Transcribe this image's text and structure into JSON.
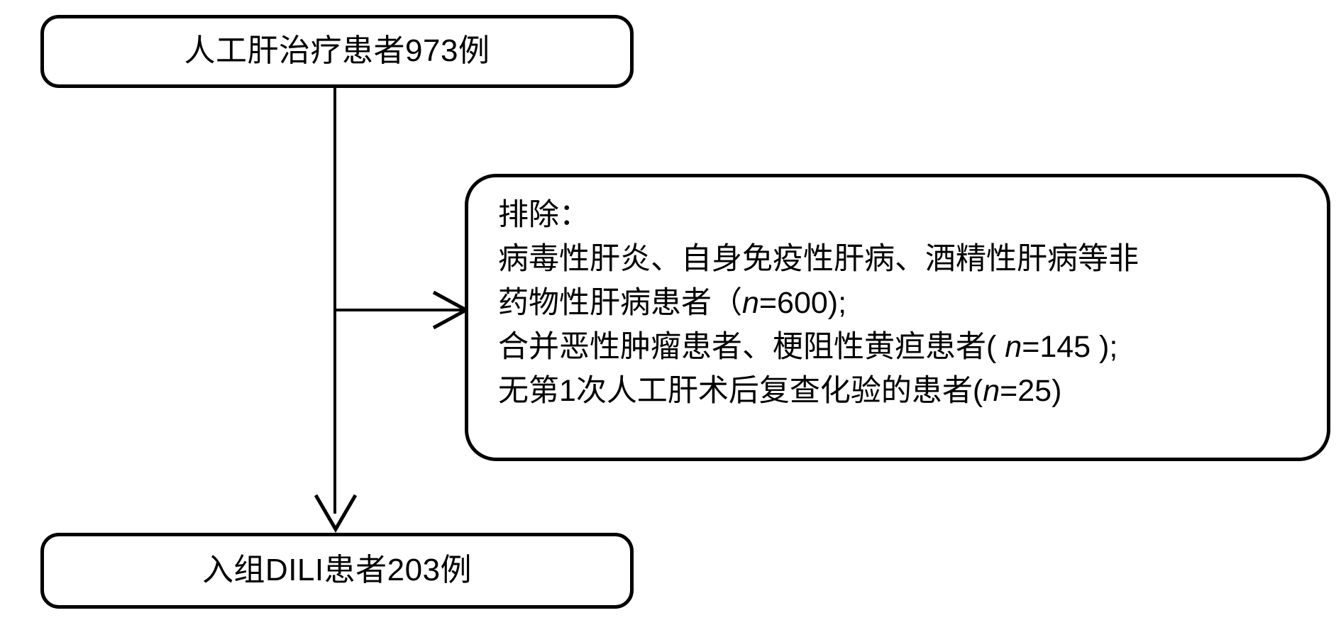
{
  "diagram": {
    "title": "DILI patient enrollment flowchart",
    "stroke_color": "#000000",
    "background_color": "#ffffff",
    "nodes": [
      {
        "id": "screened",
        "name": "screened-patients-box",
        "label": "人工肝治疗患者973例",
        "count": 973,
        "shape": "rounded-rectangle"
      },
      {
        "id": "excluded",
        "name": "exclusion-criteria-box",
        "shape": "rounded-rectangle",
        "lines": [
          "排除：",
          "病毒性肝炎、自身免疫性肝病、酒精性肝病等非",
          "药物性肝病患者（n=600);",
          "合并恶性肿瘤患者、梗阻性黄疸患者( n=145 );",
          "无第1次人工肝术后复查化验的患者(n=25)"
        ],
        "exclusion_counts": [
          600,
          145,
          25
        ]
      },
      {
        "id": "enrolled",
        "name": "enrolled-patients-box",
        "label": "入组DILI患者203例",
        "count": 203,
        "shape": "rounded-rectangle"
      }
    ],
    "edges": [
      {
        "id": "screened-to-enrolled",
        "name": "vertical-flow-arrow",
        "from": "screened",
        "to": "enrolled",
        "direction": "down",
        "arrowhead": true
      },
      {
        "id": "screened-to-excluded",
        "name": "exclusion-branch-arrow",
        "from": "screened",
        "to": "excluded",
        "direction": "right",
        "arrowhead": true
      }
    ]
  }
}
